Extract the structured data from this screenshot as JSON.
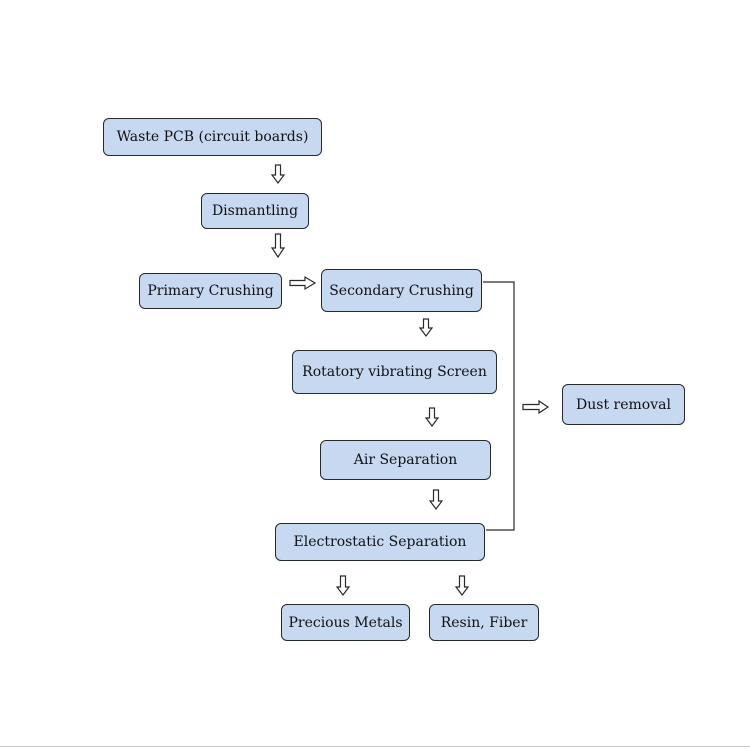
{
  "diagram": {
    "nodes": {
      "waste_pcb": "Waste PCB (circuit boards)",
      "dismantling": "Dismantling",
      "primary_crushing": "Primary Crushing",
      "secondary_crushing": "Secondary Crushing",
      "rotatory_screen": "Rotatory vibrating Screen",
      "air_separation": "Air Separation",
      "electrostatic_separation": "Electrostatic Separation",
      "dust_removal": "Dust removal",
      "precious_metals": "Precious Metals",
      "resin_fiber": "Resin, Fiber"
    },
    "edges": [
      {
        "from": "waste_pcb",
        "to": "dismantling"
      },
      {
        "from": "dismantling",
        "to": "primary_crushing"
      },
      {
        "from": "primary_crushing",
        "to": "secondary_crushing"
      },
      {
        "from": "secondary_crushing",
        "to": "rotatory_screen"
      },
      {
        "from": "rotatory_screen",
        "to": "air_separation"
      },
      {
        "from": "air_separation",
        "to": "electrostatic_separation"
      },
      {
        "from": "electrostatic_separation",
        "to": "precious_metals"
      },
      {
        "from": "electrostatic_separation",
        "to": "resin_fiber"
      },
      {
        "from": "secondary_crushing",
        "to": "dust_removal"
      },
      {
        "from": "electrostatic_separation",
        "to": "dust_removal"
      }
    ],
    "colors": {
      "box_fill": "#c6d9f1",
      "box_border": "#2a2a2a",
      "arrow": "#2a2a2a"
    }
  }
}
